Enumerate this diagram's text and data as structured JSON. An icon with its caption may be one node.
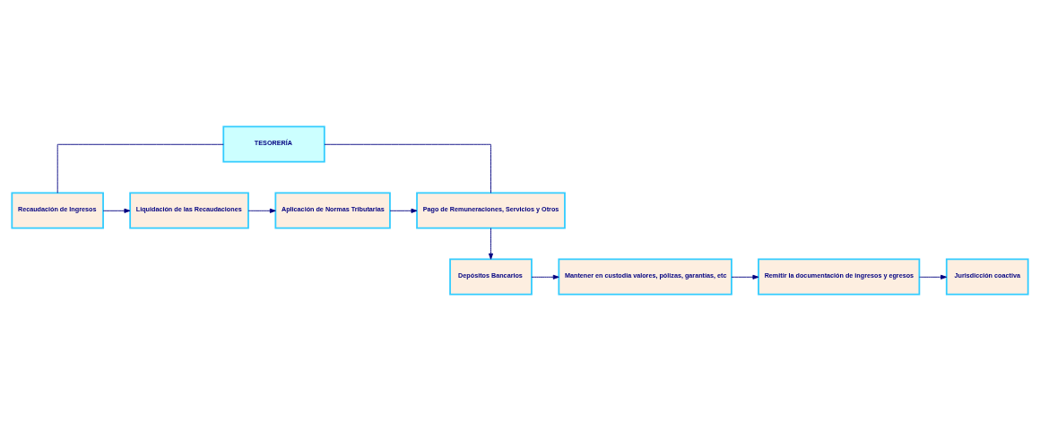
{
  "diagram": {
    "nodes": [
      {
        "text": [
          "TESORERÍA"
        ]
      },
      {
        "text": [
          "Recaudación de Ingresos"
        ]
      },
      {
        "text": [
          "Liquidación de las Recaudaciones"
        ]
      },
      {
        "text": [
          "Aplicación de Normas Tributarias"
        ]
      },
      {
        "text": [
          "Pago de Remuneraciones, Servicios y Otros"
        ]
      },
      {
        "text": [
          "Depósitos Bancarios"
        ]
      },
      {
        "text": [
          "Mantener en custodia valores, pólizas, garantías, etc"
        ]
      },
      {
        "text": [
          "Remitir la documentación de ingresos y egresos"
        ]
      },
      {
        "text": [
          "Jurisdicción coactiva"
        ]
      }
    ],
    "edges": [
      {
        "from": 0,
        "to": 1,
        "arrow": "none"
      },
      {
        "from": 0,
        "to": 4,
        "arrow": "none"
      },
      {
        "from": 1,
        "to": 2,
        "arrow": "to"
      },
      {
        "from": 2,
        "to": 3,
        "arrow": "to"
      },
      {
        "from": 3,
        "to": 4,
        "arrow": "to"
      },
      {
        "from": 4,
        "to": 5,
        "arrow": "to"
      },
      {
        "from": 5,
        "to": 6,
        "arrow": "to"
      },
      {
        "from": 6,
        "to": 7,
        "arrow": "to"
      },
      {
        "from": 7,
        "to": 8,
        "arrow": "to"
      }
    ]
  }
}
